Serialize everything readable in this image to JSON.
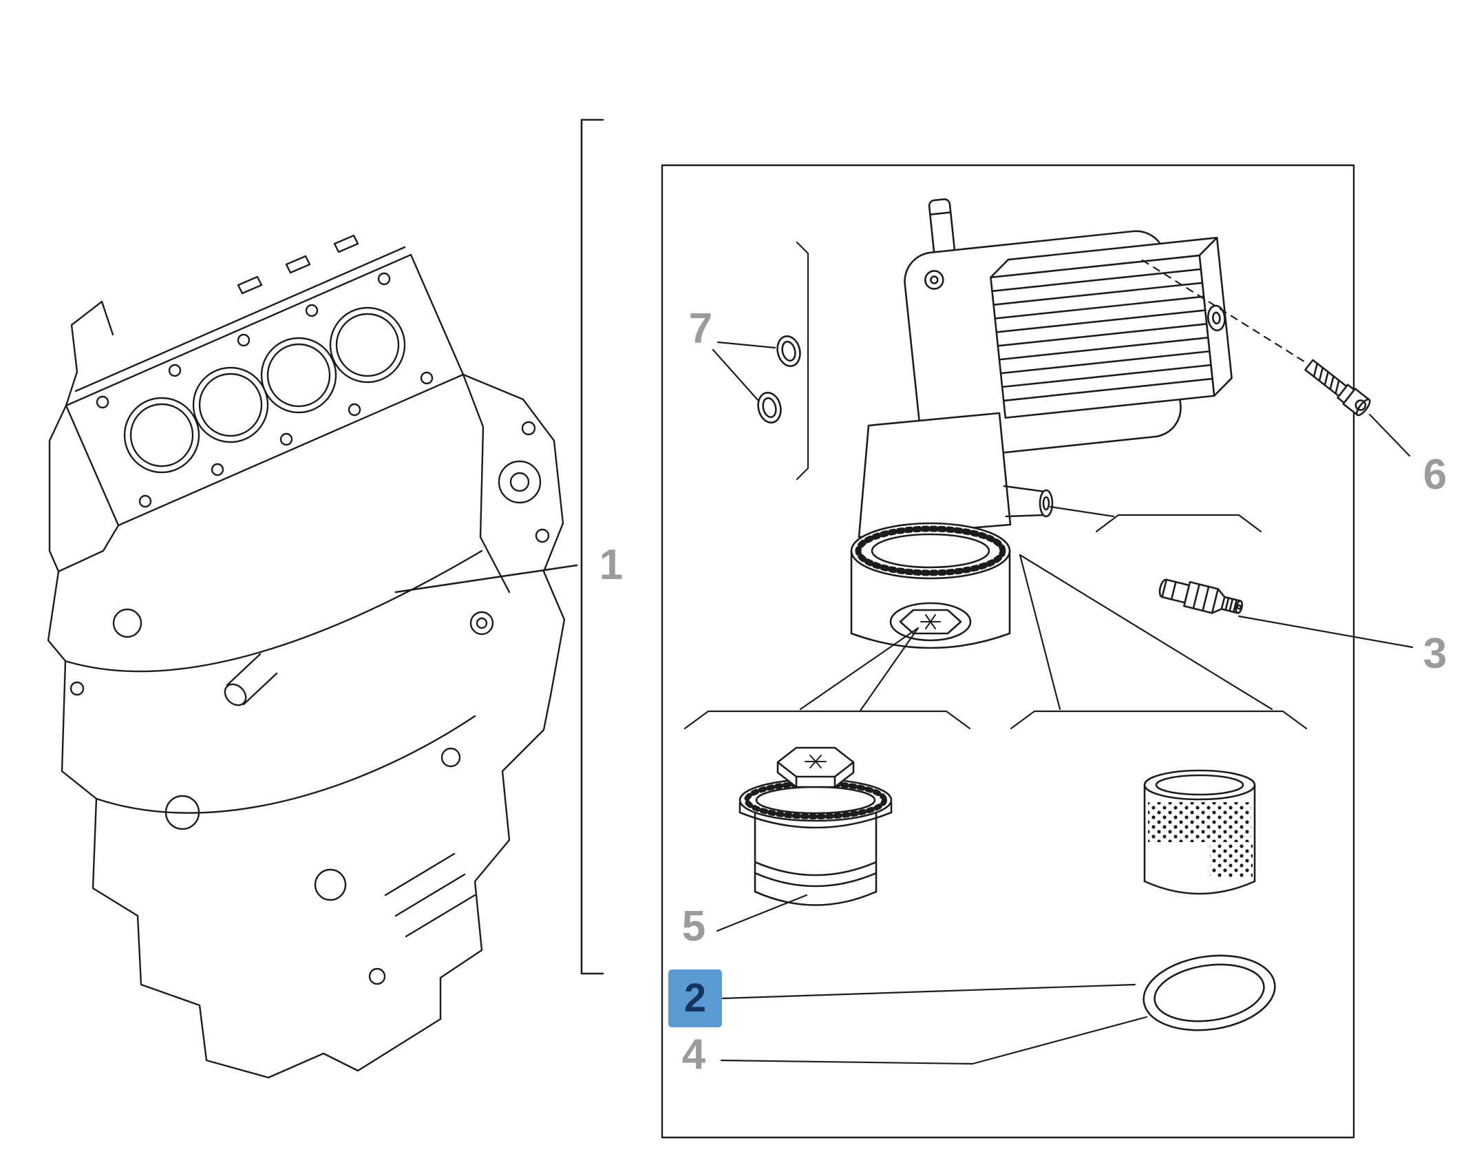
{
  "diagram": {
    "type": "exploded-parts-diagram",
    "callouts": {
      "1": {
        "label": "1",
        "highlighted": false
      },
      "2": {
        "label": "2",
        "highlighted": true
      },
      "3": {
        "label": "3",
        "highlighted": false
      },
      "4": {
        "label": "4",
        "highlighted": false
      },
      "5": {
        "label": "5",
        "highlighted": false
      },
      "6": {
        "label": "6",
        "highlighted": false
      },
      "7": {
        "label": "7",
        "highlighted": false
      }
    }
  },
  "colors": {
    "line": "#1c1c1c",
    "label_gray": "#9b9b9b",
    "highlight_bg": "#5b9bd5",
    "highlight_text": "#15355e",
    "background": "#ffffff"
  }
}
